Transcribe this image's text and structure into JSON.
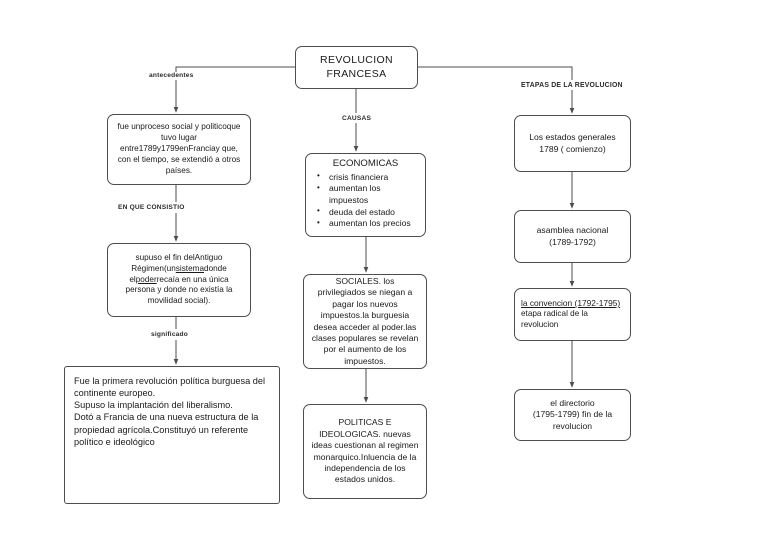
{
  "document": {
    "kind": "concept-map",
    "title": "REVOLUCION FRANCESA",
    "background_color": "#ffffff",
    "line_color": "#4d4d4d",
    "text_color": "#1a1a1a"
  },
  "root": {
    "label": "REVOLUCION FRANCESA"
  },
  "edge_labels": {
    "antecedentes": "antecedentes",
    "en_que_consistio": "EN QUE CONSISTIO",
    "significado": "significado",
    "causas": "CAUSAS",
    "etapas": "ETAPAS DE LA REVOLUCION"
  },
  "branches": {
    "left": {
      "name": "antecedentes",
      "nodes": [
        {
          "id": "antecedentes-box",
          "text": "fue unproceso social y politicoque tuvo lugar entre1789y1799enFranciay que, con el tiempo, se extendió a otros países."
        },
        {
          "id": "consistio-box",
          "text_part1": "supuso el fin delAntiguo Régimen(un",
          "underline1": "sistema",
          "text_part2": "donde el",
          "underline2": "poder",
          "text_part3": "recaía en una única persona y donde no existía la movilidad social)."
        },
        {
          "id": "significado-box",
          "lines": [
            "Fue la primera revolución política burguesa del continente europeo.",
            "Supuso la implantación del liberalismo.",
            "Dotó a Francia de una nueva estructura de la propiedad agrícola.Constituyó un referente político e ideológico"
          ]
        }
      ]
    },
    "center": {
      "name": "CAUSAS",
      "nodes": [
        {
          "id": "economicas-box",
          "heading": "ECONOMICAS",
          "bullets": [
            "crisis financiera",
            "aumentan los impuestos",
            "deuda del estado",
            "aumentan los precios"
          ]
        },
        {
          "id": "sociales-box",
          "text": "SOCIALES. los privilegiados se niegan a pagar los nuevos impuestos.la burguesia desea acceder al poder.las clases populares se revelan por el aumento de los impuestos."
        },
        {
          "id": "politicas-box",
          "text": "POLITICAS E IDEOLOGICAS. nuevas ideas cuestionan al regimen monarquico.Inluencia de la independencia de los estados unidos."
        }
      ]
    },
    "right": {
      "name": "ETAPAS DE LA REVOLUCION",
      "nodes": [
        {
          "id": "etapa1-box",
          "line1": "Los estados generales",
          "line2": "1789 ( comienzo)"
        },
        {
          "id": "etapa2-box",
          "line1": "asamblea nacional",
          "line2": "(1789-1792)"
        },
        {
          "id": "etapa3-box",
          "line1": "la convencion (1792-1795)",
          "line2": "etapa radical de la revolucion"
        },
        {
          "id": "etapa4-box",
          "line1": "el directorio",
          "line2": "(1795-1799) fin de la",
          "line3": "revolucion"
        }
      ]
    }
  }
}
